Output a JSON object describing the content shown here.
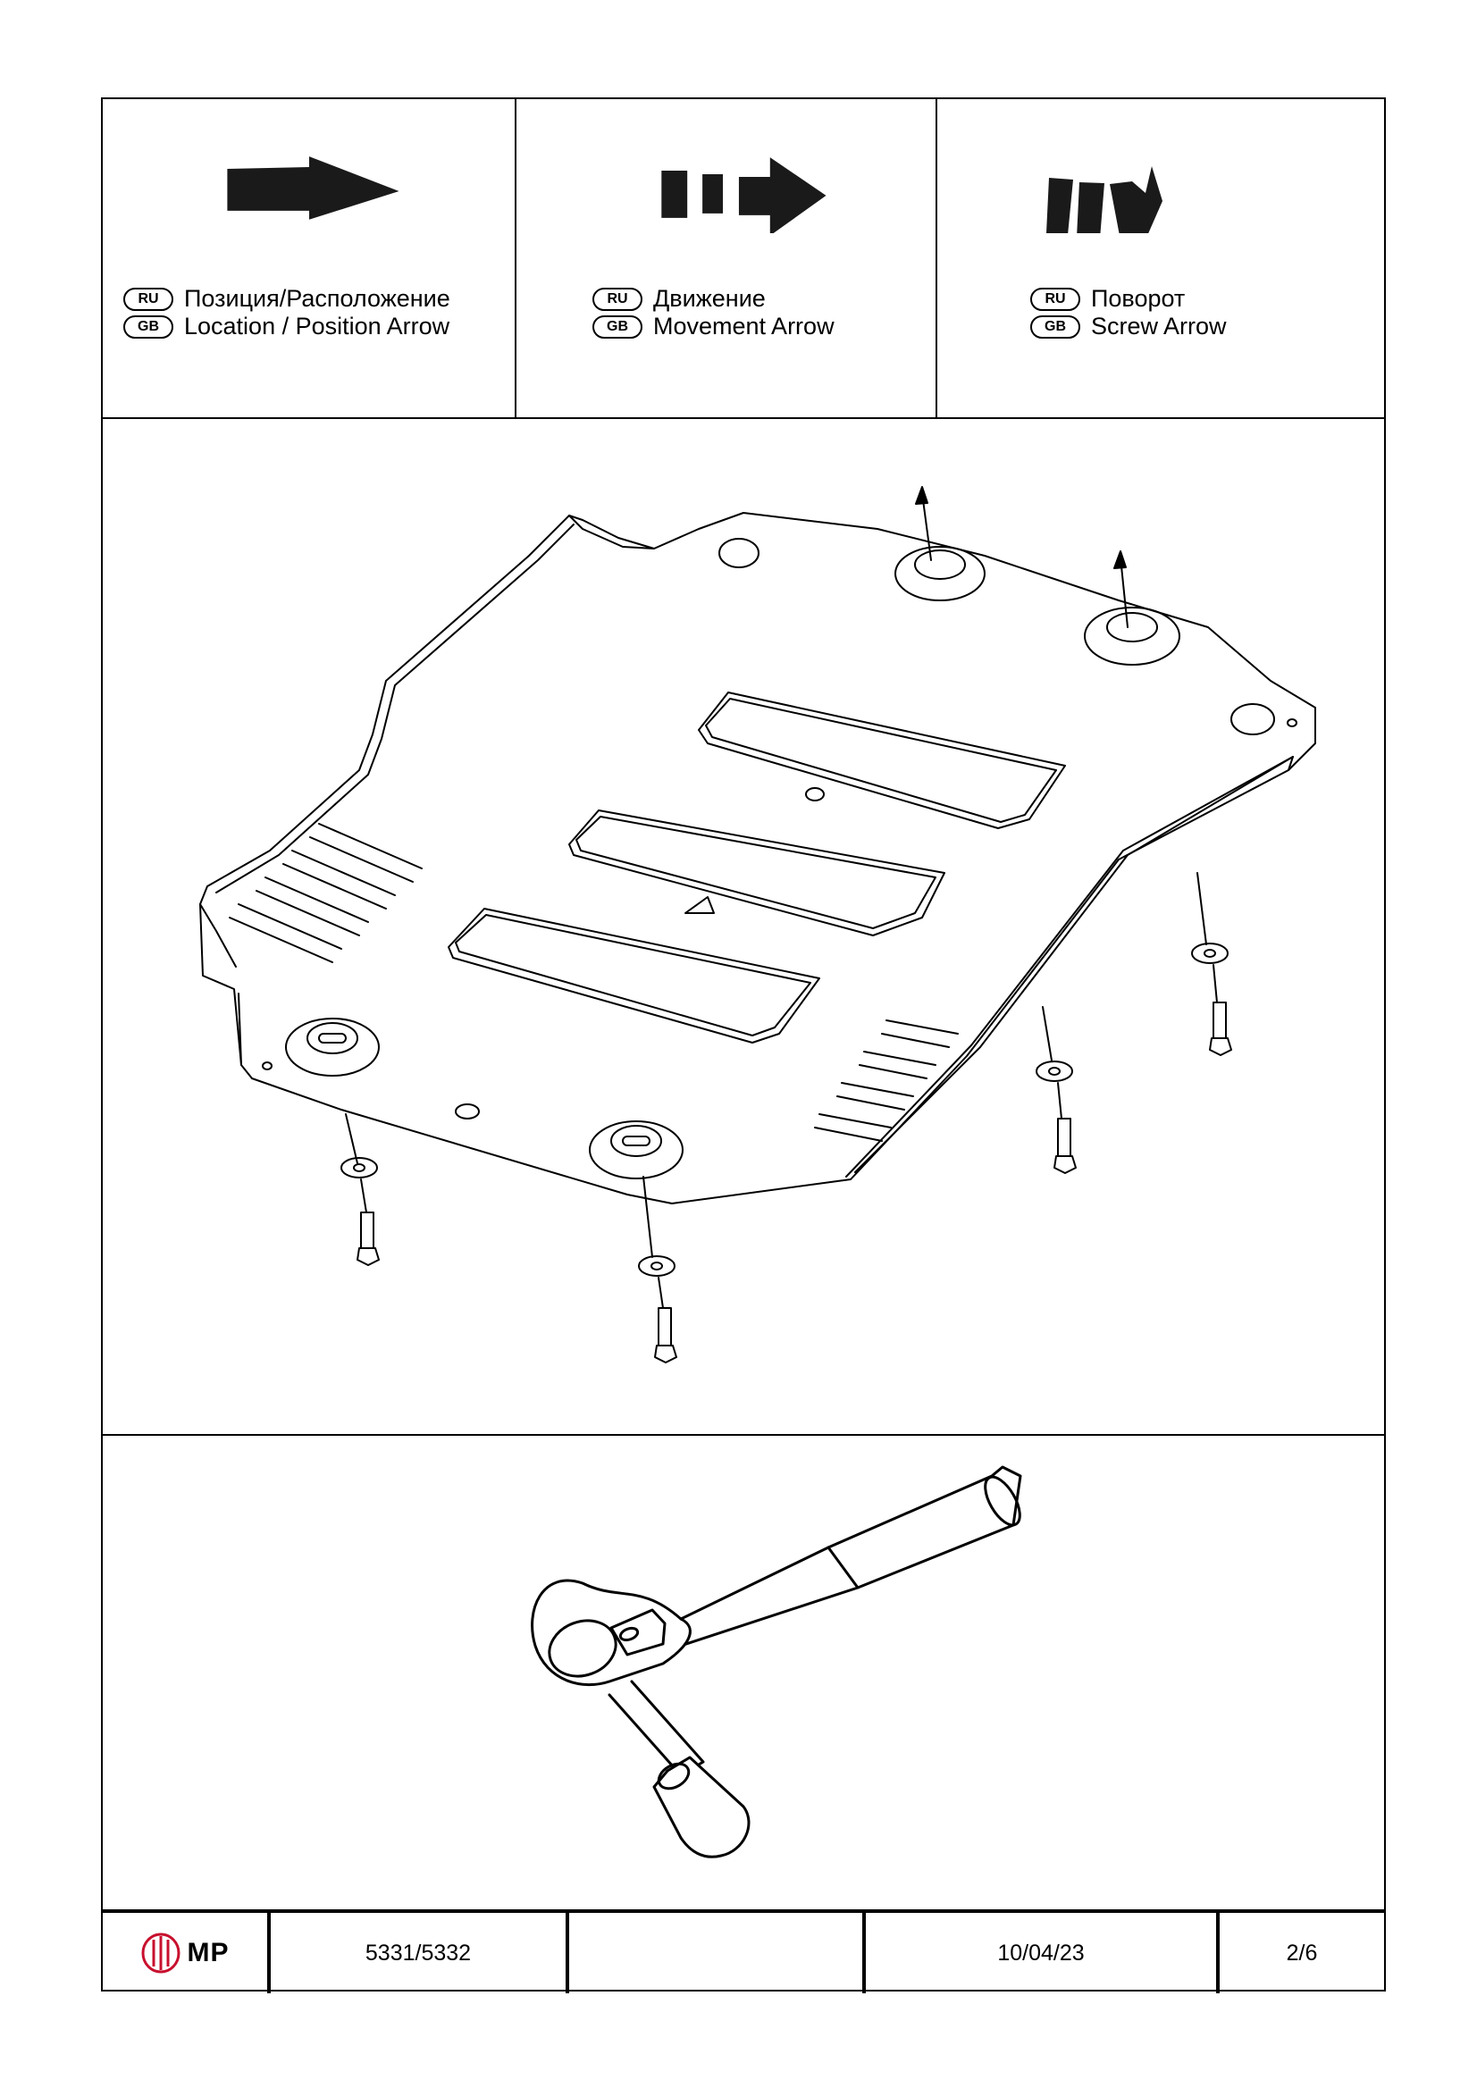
{
  "legend": [
    {
      "ru_badge": "RU",
      "ru_text": "Позиция/Расположение",
      "gb_badge": "GB",
      "gb_text": "Location  / Position Arrow",
      "icon": "location-arrow-icon"
    },
    {
      "ru_badge": "RU",
      "ru_text": "Движение",
      "gb_badge": "GB",
      "gb_text": "Movement Arrow",
      "icon": "movement-arrow-icon"
    },
    {
      "ru_badge": "RU",
      "ru_text": "Поворот",
      "gb_badge": "GB",
      "gb_text": "Screw Arrow",
      "icon": "screw-arrow-icon"
    }
  ],
  "illustration": {
    "subject": "skid-plate-assembly",
    "tool": "ratchet-wrench-icon"
  },
  "titleblock": {
    "logo": "MP",
    "part_number": "5331/5332",
    "blank": "",
    "date": "10/04/23",
    "page": "2/6"
  },
  "colors": {
    "line": "#000000",
    "logo_red": "#c8102e"
  }
}
